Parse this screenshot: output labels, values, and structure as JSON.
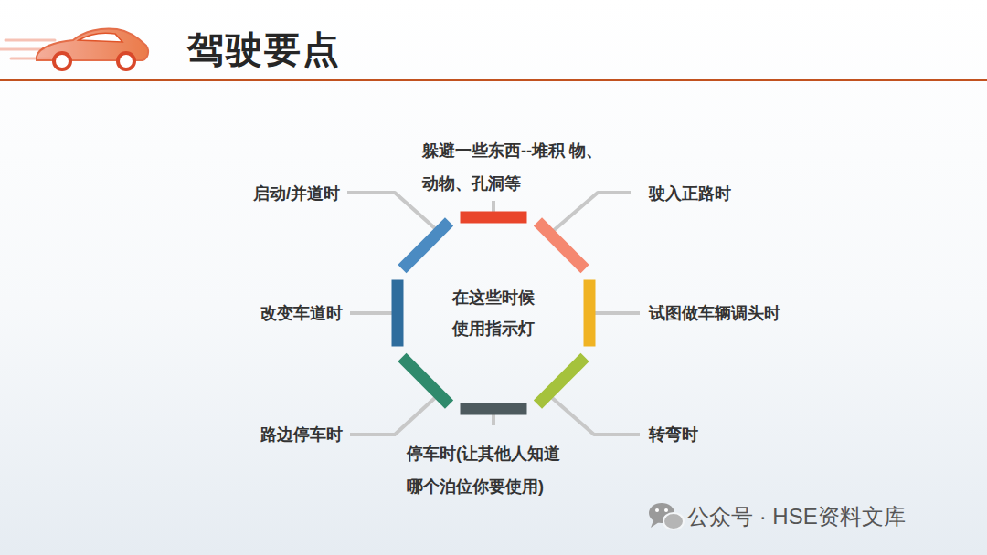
{
  "diagram": {
    "title": "驾驶要点",
    "nodes": [
      {
        "text": [
          "在这些时候 使用指示灯"
        ]
      }
    ],
    "labels": [
      "躲避一些东西--堆积 物、动物、孔洞等",
      "启动/并道时",
      "驶入正路时",
      "改变车道时",
      "试图做车辆调头时",
      "路边停车时",
      "转弯时",
      "停车时(让其他人知道 哪个泊位你要使用)",
      "公众号 · HSE资料文库"
    ]
  }
}
